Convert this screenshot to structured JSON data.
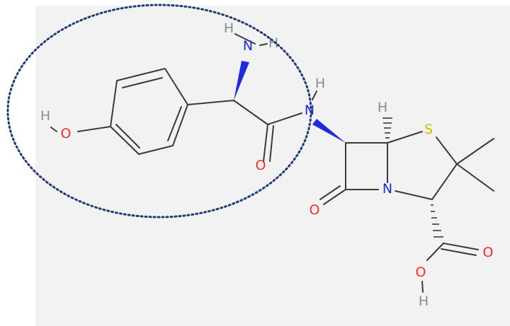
{
  "colors": {
    "background": "#f2f2f2",
    "bond": "#3a3a3a",
    "oxygen": "#ff2a2a",
    "nitrogen": "#1f2bdc",
    "sulfur": "#c8c000",
    "hydrogen": "#7f9090",
    "highlight": "#1f3a78"
  },
  "atoms": {
    "h_top_left": "H",
    "n_amine": "N",
    "h_top_right": "H",
    "h_amide": "H",
    "n_amide": "N",
    "h_stereo": "H",
    "s_ring": "S",
    "h_phenol": "H",
    "o_phenol": "O",
    "o_amide": "O",
    "n_ring": "N",
    "o_lactam": "O",
    "o_carbonyl": "O",
    "o_acid": "O",
    "h_acid": "H"
  }
}
